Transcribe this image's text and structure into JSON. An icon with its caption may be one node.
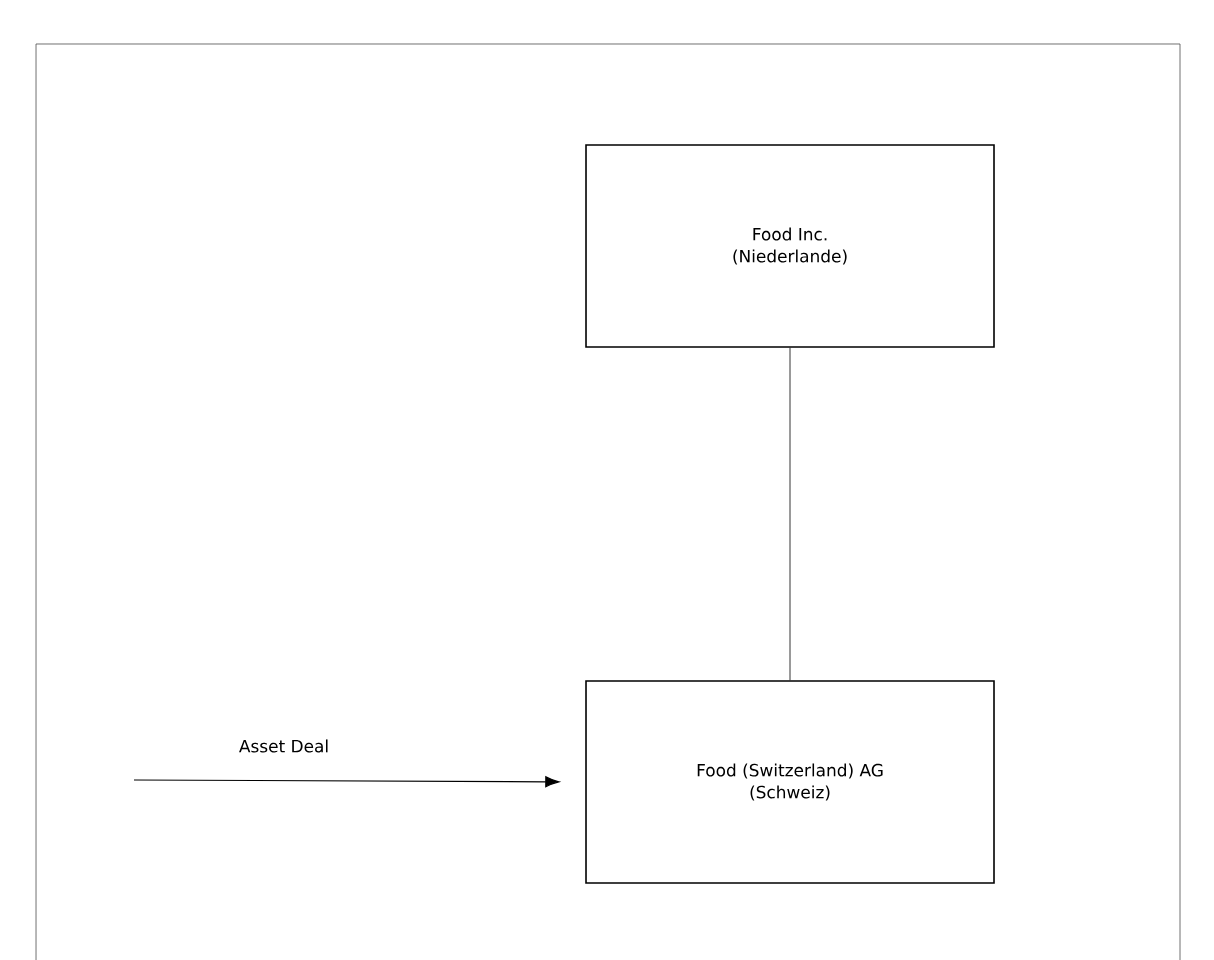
{
  "diagram": {
    "nodes": [
      {
        "text": [
          "Food Inc.",
          "(Niederlande)"
        ]
      },
      {
        "text": [
          "Food (Switzerland) AG",
          "(Schweiz)"
        ]
      }
    ],
    "edges": [
      {
        "from": 0,
        "to": 1,
        "arrow": "none"
      },
      {
        "from": null,
        "to": 1,
        "arrow": "to",
        "label": "Asset Deal"
      }
    ]
  }
}
